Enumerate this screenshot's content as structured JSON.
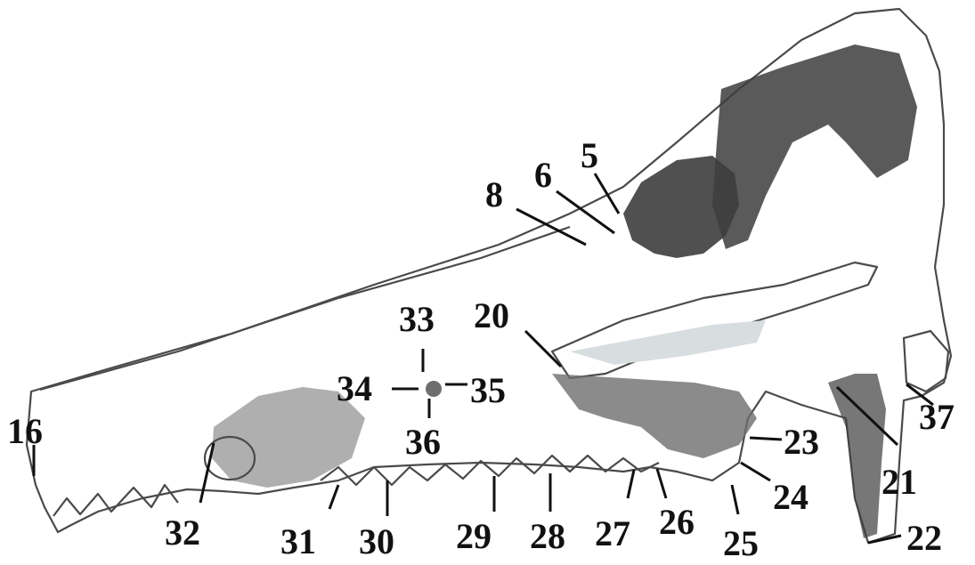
{
  "figure": {
    "kind": "skull-lateral-view",
    "colors": {
      "ink": "#111111",
      "outline": "#4a4a4a",
      "shadow": "#3d3d3d"
    },
    "labels": [
      {
        "id": "5",
        "text": "5"
      },
      {
        "id": "6",
        "text": "6"
      },
      {
        "id": "8",
        "text": "8"
      },
      {
        "id": "16",
        "text": "16"
      },
      {
        "id": "20",
        "text": "20"
      },
      {
        "id": "21",
        "text": "21"
      },
      {
        "id": "22",
        "text": "22"
      },
      {
        "id": "23",
        "text": "23"
      },
      {
        "id": "24",
        "text": "24"
      },
      {
        "id": "25",
        "text": "25"
      },
      {
        "id": "26",
        "text": "26"
      },
      {
        "id": "27",
        "text": "27"
      },
      {
        "id": "28",
        "text": "28"
      },
      {
        "id": "29",
        "text": "29"
      },
      {
        "id": "30",
        "text": "30"
      },
      {
        "id": "31",
        "text": "31"
      },
      {
        "id": "32",
        "text": "32"
      },
      {
        "id": "33",
        "text": "33"
      },
      {
        "id": "34",
        "text": "34"
      },
      {
        "id": "35",
        "text": "35"
      },
      {
        "id": "36",
        "text": "36"
      },
      {
        "id": "37",
        "text": "37"
      }
    ]
  }
}
